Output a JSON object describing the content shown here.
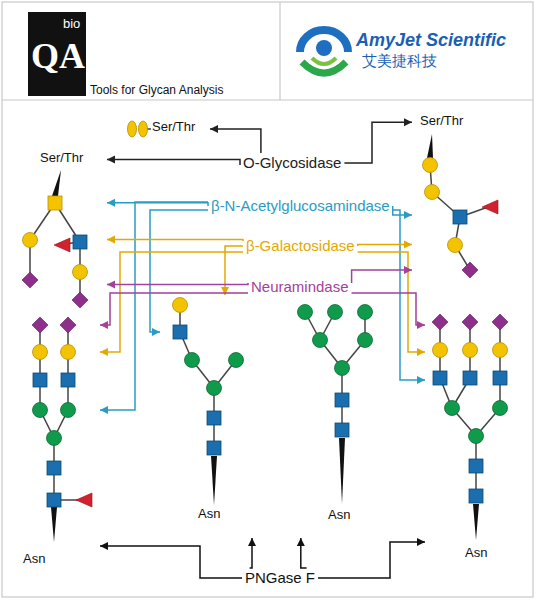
{
  "diagram": {
    "nodes": [
      {
        "text": [
          "Ser/Thr"
        ]
      },
      {
        "text": [
          "Ser/Thr"
        ]
      },
      {
        "text": [
          "Ser/Thr"
        ]
      },
      {
        "text": [
          "O-Glycosidase"
        ]
      },
      {
        "text": [
          "β-N-Acetylglucosamindase"
        ]
      },
      {
        "text": [
          "β-Galactosidase"
        ]
      },
      {
        "text": [
          "Neuramindase"
        ]
      },
      {
        "text": [
          "Asn"
        ]
      },
      {
        "text": [
          "Asn"
        ]
      },
      {
        "text": [
          "Asn"
        ]
      },
      {
        "text": [
          "Asn"
        ]
      },
      {
        "text": [
          "PNGase F"
        ]
      }
    ],
    "edges": [
      {
        "from": 3,
        "to": 0,
        "arrow": "to"
      },
      {
        "from": 3,
        "to": 1,
        "arrow": "to"
      },
      {
        "from": 3,
        "to": 2,
        "arrow": "to"
      },
      {
        "from": 4,
        "to": 1,
        "arrow": "to"
      },
      {
        "from": 4,
        "to": 2,
        "arrow": "to"
      },
      {
        "from": 4,
        "to": 7,
        "arrow": "to"
      },
      {
        "from": 4,
        "to": 8,
        "arrow": "to"
      },
      {
        "from": 4,
        "to": 10,
        "arrow": "to"
      },
      {
        "from": 5,
        "to": 1,
        "arrow": "to"
      },
      {
        "from": 5,
        "to": 2,
        "arrow": "to"
      },
      {
        "from": 5,
        "to": 7,
        "arrow": "to"
      },
      {
        "from": 5,
        "to": 8,
        "arrow": "to"
      },
      {
        "from": 5,
        "to": 10,
        "arrow": "to"
      },
      {
        "from": 6,
        "to": 1,
        "arrow": "to"
      },
      {
        "from": 6,
        "to": 2,
        "arrow": "to"
      },
      {
        "from": 6,
        "to": 7,
        "arrow": "to"
      },
      {
        "from": 6,
        "to": 10,
        "arrow": "to"
      },
      {
        "from": 11,
        "to": 7,
        "arrow": "to"
      },
      {
        "from": 11,
        "to": 8,
        "arrow": "to"
      },
      {
        "from": 11,
        "to": 9,
        "arrow": "to"
      },
      {
        "from": 11,
        "to": 10,
        "arrow": "to"
      }
    ],
    "labels": [
      "QA",
      "bio",
      "Tools for Glycan Analysis",
      "AmyJet Scientific",
      "艾美捷科技"
    ]
  }
}
